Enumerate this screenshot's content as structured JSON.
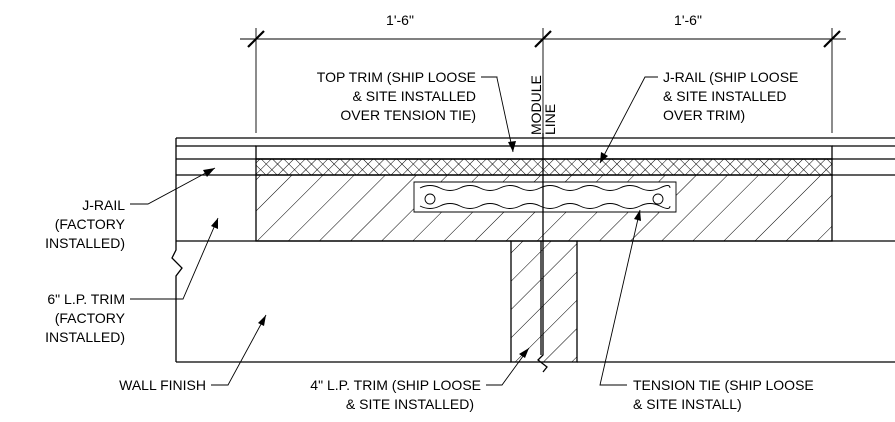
{
  "dimensions": {
    "left": "1'-6\"",
    "right": "1'-6\""
  },
  "module_line": [
    "MODULE",
    "LINE"
  ],
  "labels": {
    "top_trim": [
      "TOP TRIM (SHIP LOOSE",
      "& SITE INSTALLED",
      "OVER TENSION TIE)"
    ],
    "j_rail_site": [
      "J-RAIL (SHIP LOOSE",
      "& SITE INSTALLED",
      "OVER TRIM)"
    ],
    "j_rail_factory": [
      "J-RAIL",
      "(FACTORY",
      "INSTALLED)"
    ],
    "lp_trim_6": [
      "6\" L.P. TRIM",
      "(FACTORY",
      "INSTALLED)"
    ],
    "wall_finish": [
      "WALL FINISH"
    ],
    "lp_trim_4": [
      "4\" L.P. TRIM (SHIP LOOSE",
      "& SITE INSTALLED)"
    ],
    "tension_tie": [
      "TENSION TIE (SHIP LOOSE",
      "& SITE INSTALL)"
    ]
  }
}
